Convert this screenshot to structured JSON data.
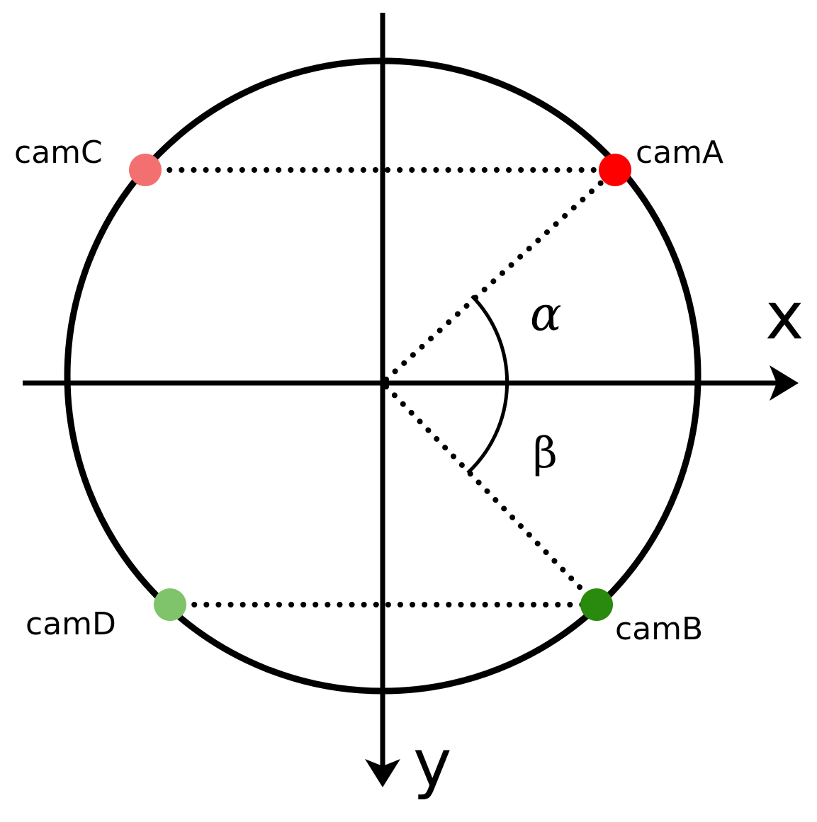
{
  "labels": {
    "x_axis": "x",
    "y_axis": "y",
    "alpha": "α",
    "beta": "β"
  },
  "cameras": {
    "camA": {
      "label": "camA",
      "color": "#ff0000"
    },
    "camB": {
      "label": "camB",
      "color": "#2a8a0e"
    },
    "camC": {
      "label": "camC",
      "color": "#f27070"
    },
    "camD": {
      "label": "camD",
      "color": "#7fc36a"
    }
  },
  "colors": {
    "stroke": "#000000",
    "background": "#ffffff"
  }
}
